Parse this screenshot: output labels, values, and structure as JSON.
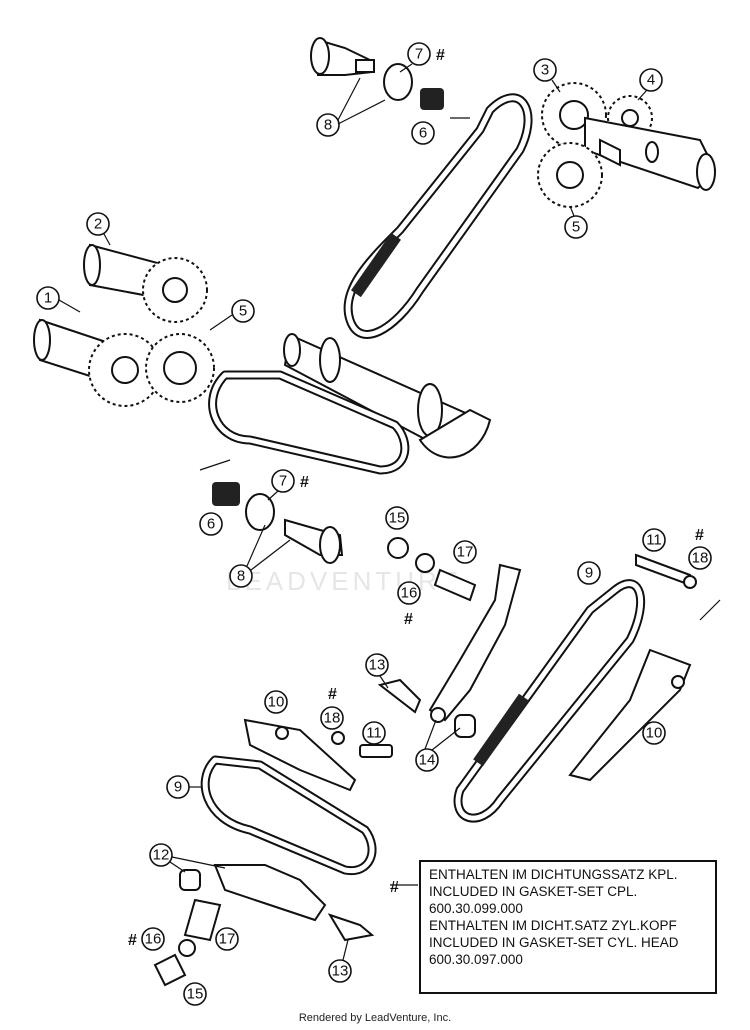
{
  "callouts": {
    "c1": "1",
    "c2": "2",
    "c3": "3",
    "c4": "4",
    "c5a": "5",
    "c5b": "5",
    "c6a": "6",
    "c6b": "6",
    "c7a": "7",
    "c7b": "7",
    "c8a": "8",
    "c8b": "8",
    "c9a": "9",
    "c9b": "9",
    "c10a": "10",
    "c10b": "10",
    "c11a": "11",
    "c11b": "11",
    "c12": "12",
    "c13a": "13",
    "c13b": "13",
    "c14": "14",
    "c15a": "15",
    "c15b": "15",
    "c16a": "16",
    "c16b": "16",
    "c17a": "17",
    "c17b": "17",
    "c18a": "18",
    "c18b": "18"
  },
  "marker": "#",
  "legend": {
    "line1": "ENTHALTEN IM DICHTUNGSSATZ KPL.",
    "line2": "INCLUDED IN GASKET-SET CPL.",
    "line3": "600.30.099.000",
    "line4": "ENTHALTEN IM DICHT.SATZ ZYL.KOPF",
    "line5": "INCLUDED IN GASKET-SET CYL. HEAD",
    "line6": "600.30.097.000"
  },
  "watermark": "LEADVENTURE",
  "credit": "Rendered by LeadVenture, Inc."
}
